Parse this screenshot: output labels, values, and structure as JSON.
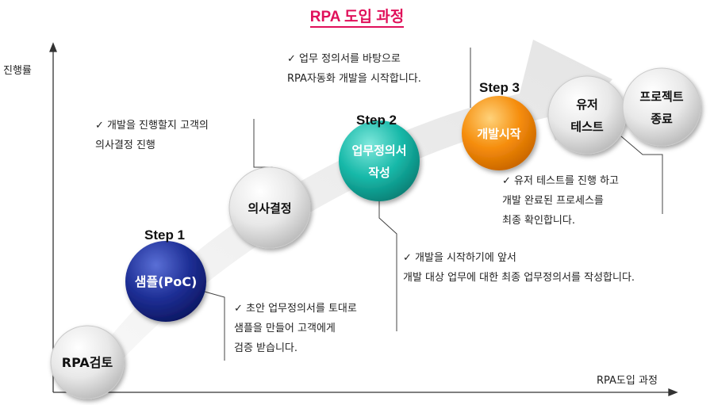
{
  "title": "RPA 도입 과정",
  "axes": {
    "y_label": "진행률",
    "x_label": "RPA도입 과정"
  },
  "colors": {
    "title": "#e0105a",
    "step1_node": "#1a2a8c",
    "step2_node": "#14b5a6",
    "step3_node": "#f08a00",
    "gray_node": "#e6e6e6",
    "arrow": "#ececec"
  },
  "nodes": [
    {
      "id": "rpa-review",
      "lines": [
        "RPA검토"
      ]
    },
    {
      "id": "sample-poc",
      "lines": [
        "샘플(PoC)"
      ]
    },
    {
      "id": "decision",
      "lines": [
        "의사결정"
      ]
    },
    {
      "id": "spec-writing",
      "lines": [
        "업무정의서",
        "작성"
      ]
    },
    {
      "id": "dev-start",
      "lines": [
        "개발시작"
      ]
    },
    {
      "id": "user-test",
      "lines": [
        "유저",
        "테스트"
      ]
    },
    {
      "id": "project-end",
      "lines": [
        "프로젝트",
        "종료"
      ]
    }
  ],
  "steps": {
    "step1": "Step 1",
    "step2": "Step 2",
    "step3": "Step 3"
  },
  "notes": {
    "poc": [
      "✓ 초안 업무정의서를 토대로",
      "샘플을 만들어 고객에게",
      "검증 받습니다."
    ],
    "decision": [
      "✓ 개발을 진행할지 고객의",
      "의사결정 진행"
    ],
    "spec": [
      "✓ 개발을 시작하기에 앞서",
      "개발 대상 업무에 대한 최종 업무정의서를 작성합니다."
    ],
    "dev": [
      "✓ 업무 정의서를 바탕으로",
      "RPA자동화 개발을 시작합니다."
    ],
    "test": [
      "✓ 유저 테스트를 진행 하고",
      "개발 완료된 프로세스를",
      "최종 확인합니다."
    ]
  }
}
